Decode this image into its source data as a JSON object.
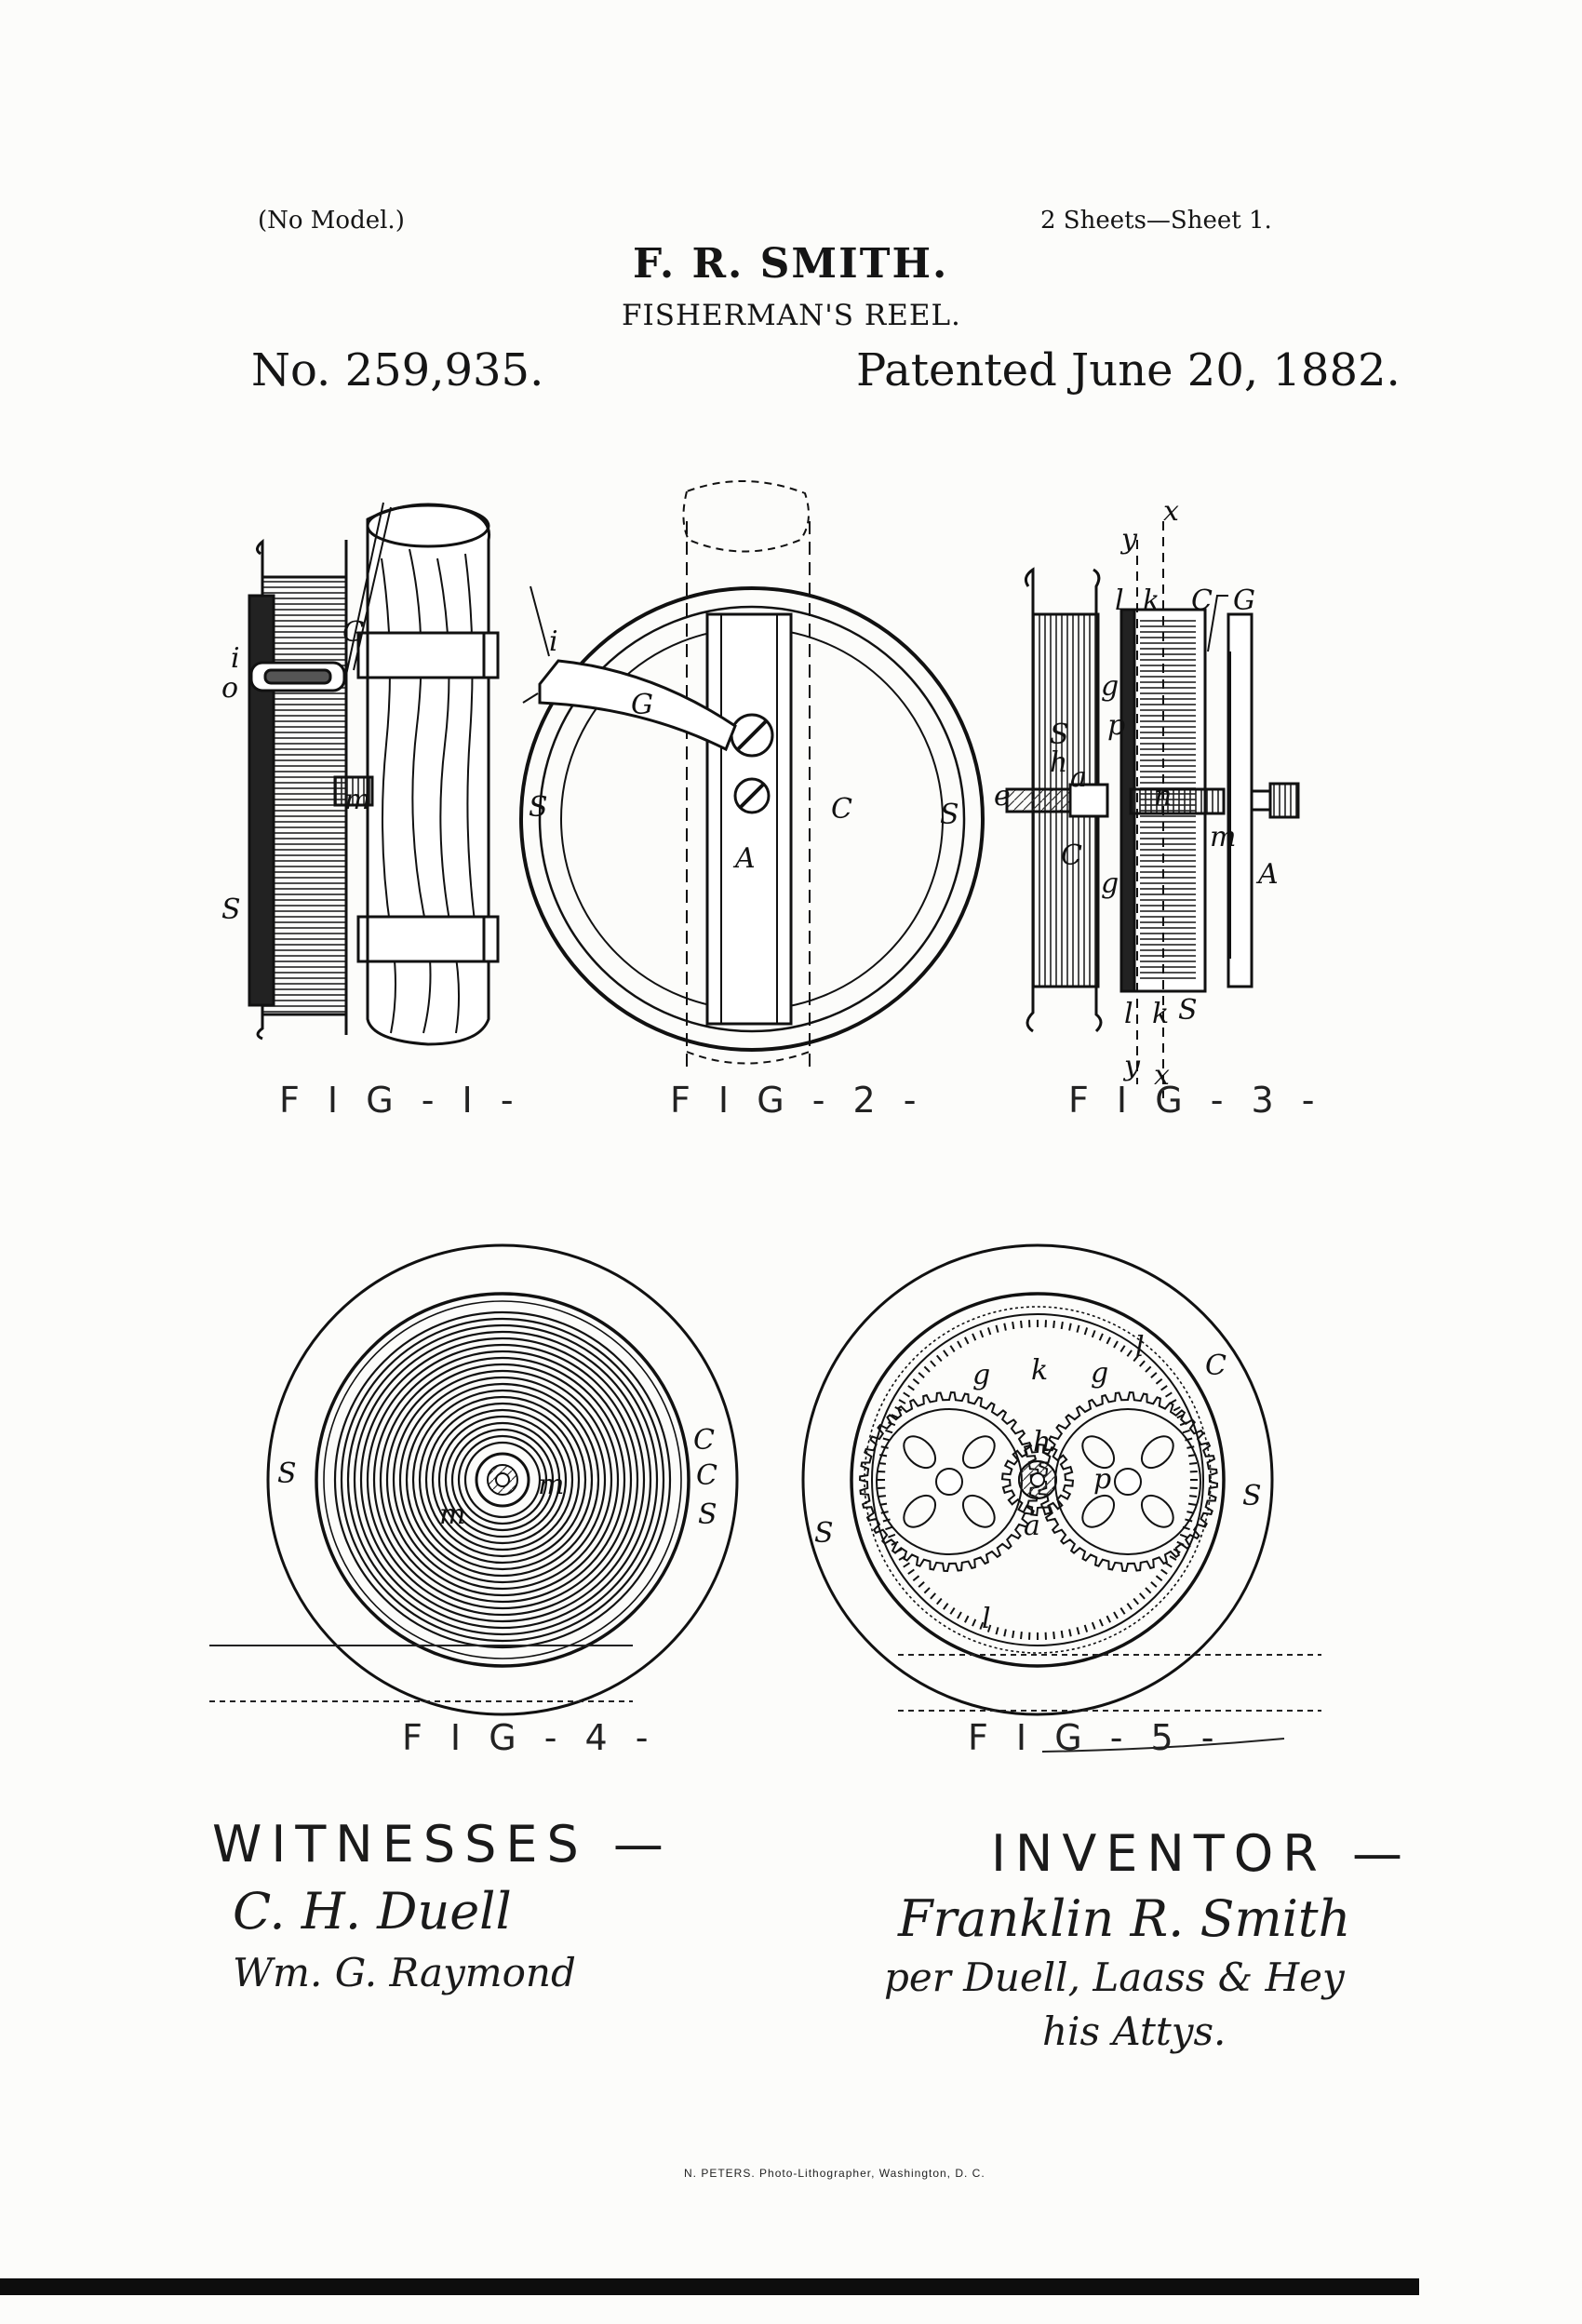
{
  "header": {
    "model_note": "(No Model.)",
    "sheets": "2 Sheets—Sheet 1.",
    "inventor_name": "F. R. SMITH.",
    "invention_title": "FISHERMAN'S REEL.",
    "patent_number": "No. 259,935.",
    "patent_date": "Patented June 20, 1882."
  },
  "figures": [
    {
      "caption": "F I G - I -"
    },
    {
      "caption": "F I G - 2 -"
    },
    {
      "caption": "F I G - 3 -"
    },
    {
      "caption": "F I G - 4 -"
    },
    {
      "caption": "F I G - 5 -"
    }
  ],
  "labels": {
    "fig1": {
      "i": "i",
      "o": "o",
      "g": "G",
      "m": "m",
      "s": "S"
    },
    "fig2": {
      "i": "i",
      "g": "G",
      "s_left": "S",
      "s_right": "S",
      "c": "C",
      "a": "A"
    },
    "fig3": {
      "x_top": "x",
      "y_top": "y",
      "l_top": "l",
      "k_top": "k",
      "c_top": "C",
      "g_top": "G",
      "g1": "g",
      "p": "p",
      "s1": "S",
      "h": "h",
      "a_small": "a",
      "e": "e",
      "n": "n",
      "m": "m",
      "c_mid": "C",
      "g2": "g",
      "a_big": "A",
      "l_bot": "l",
      "k_bot": "k",
      "s_bot": "S",
      "y_bot": "y",
      "x_bot": "x"
    },
    "fig4": {
      "s_left": "S",
      "c1": "C",
      "c2": "C",
      "s_right": "S",
      "m_center": "m",
      "m_left": "m"
    },
    "fig5": {
      "g_left": "g",
      "k": "k",
      "g_right": "g",
      "l_top": "l",
      "c": "C",
      "h": "h",
      "p": "p",
      "a": "a",
      "s_left": "S",
      "s_right": "S",
      "l_bot": "l"
    }
  },
  "witnesses": {
    "heading": "WITNESSES —",
    "names": [
      "C. H. Duell",
      "Wm. G. Raymond"
    ]
  },
  "inventor": {
    "heading": "INVENTOR —",
    "signature": "Franklin R. Smith",
    "attorney_line": "per Duell, Laass & Hey",
    "attorney_suffix": "his Attys."
  },
  "imprint": "N. PETERS. Photo-Lithographer, Washington, D. C."
}
